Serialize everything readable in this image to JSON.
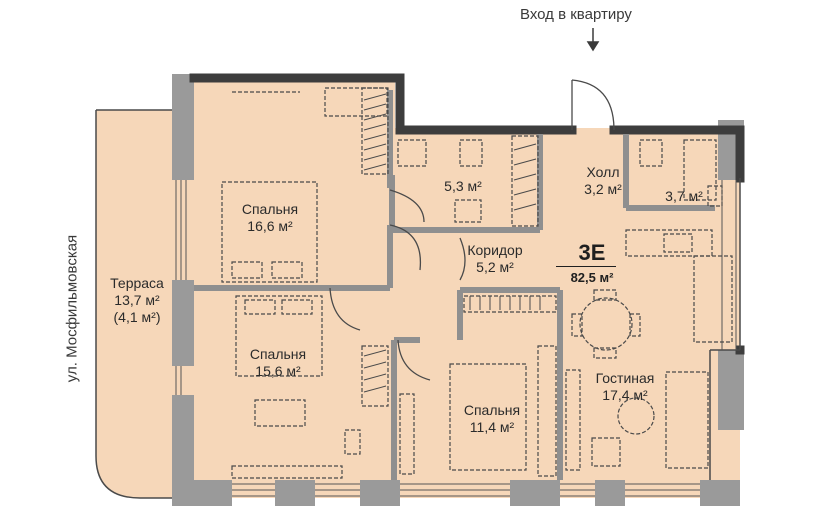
{
  "entrance_label": "Вход в квартиру",
  "street_label": "ул. Мосфильмовская",
  "apartment": {
    "code": "3E",
    "area": "82,5 м²"
  },
  "rooms": {
    "terrace": {
      "name": "Терраса",
      "area": "13,7 м²",
      "note": "(4,1 м²)"
    },
    "bedroom1": {
      "name": "Спальня",
      "area": "16,6 м²"
    },
    "bedroom2": {
      "name": "Спальня",
      "area": "15,6 м²"
    },
    "bedroom3": {
      "name": "Спальня",
      "area": "11,4 м²"
    },
    "bathroom1": {
      "area": "5,3 м²"
    },
    "hall": {
      "name": "Холл",
      "area": "3,2 м²"
    },
    "bathroom2": {
      "area": "3,7 м²"
    },
    "corridor": {
      "name": "Коридор",
      "area": "5,2 м²"
    },
    "living": {
      "name": "Гостиная",
      "area": "17,4 м²"
    }
  },
  "colors": {
    "floor": "#f6d7b9",
    "wall": "#3d3d3d",
    "column": "#9a9a9a",
    "line": "#3a3a3a",
    "page": "#ffffff"
  }
}
